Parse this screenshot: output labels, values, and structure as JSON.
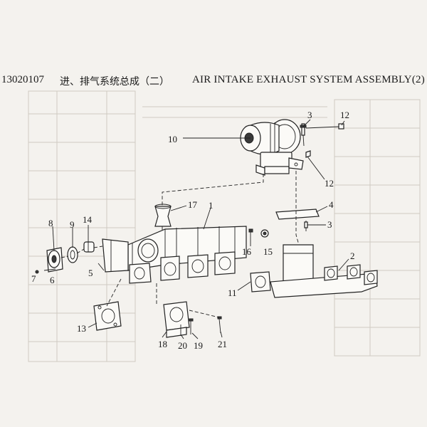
{
  "title": {
    "code": "13020107",
    "chinese": "进、排气系统总成（二）",
    "english": "AIR INTAKE EXHAUST SYSTEM ASSEMBLY(2)"
  },
  "callouts": [
    {
      "id": "c10",
      "label": "10"
    },
    {
      "id": "c3a",
      "label": "3"
    },
    {
      "id": "c12a",
      "label": "12"
    },
    {
      "id": "c12b",
      "label": "12"
    },
    {
      "id": "c17",
      "label": "17"
    },
    {
      "id": "c1",
      "label": "1"
    },
    {
      "id": "c4",
      "label": "4"
    },
    {
      "id": "c3b",
      "label": "3"
    },
    {
      "id": "c8",
      "label": "8"
    },
    {
      "id": "c9",
      "label": "9"
    },
    {
      "id": "c14",
      "label": "14"
    },
    {
      "id": "c16",
      "label": "16"
    },
    {
      "id": "c15",
      "label": "15"
    },
    {
      "id": "c2",
      "label": "2"
    },
    {
      "id": "c5",
      "label": "5"
    },
    {
      "id": "c7",
      "label": "7"
    },
    {
      "id": "c6",
      "label": "6"
    },
    {
      "id": "c11",
      "label": "11"
    },
    {
      "id": "c13",
      "label": "13"
    },
    {
      "id": "c18",
      "label": "18"
    },
    {
      "id": "c20",
      "label": "20"
    },
    {
      "id": "c19",
      "label": "19"
    },
    {
      "id": "c21",
      "label": "21"
    }
  ],
  "colors": {
    "ink": "#1a1a1a",
    "paper": "#f4f2ee",
    "bleed": "#cfcac2"
  }
}
